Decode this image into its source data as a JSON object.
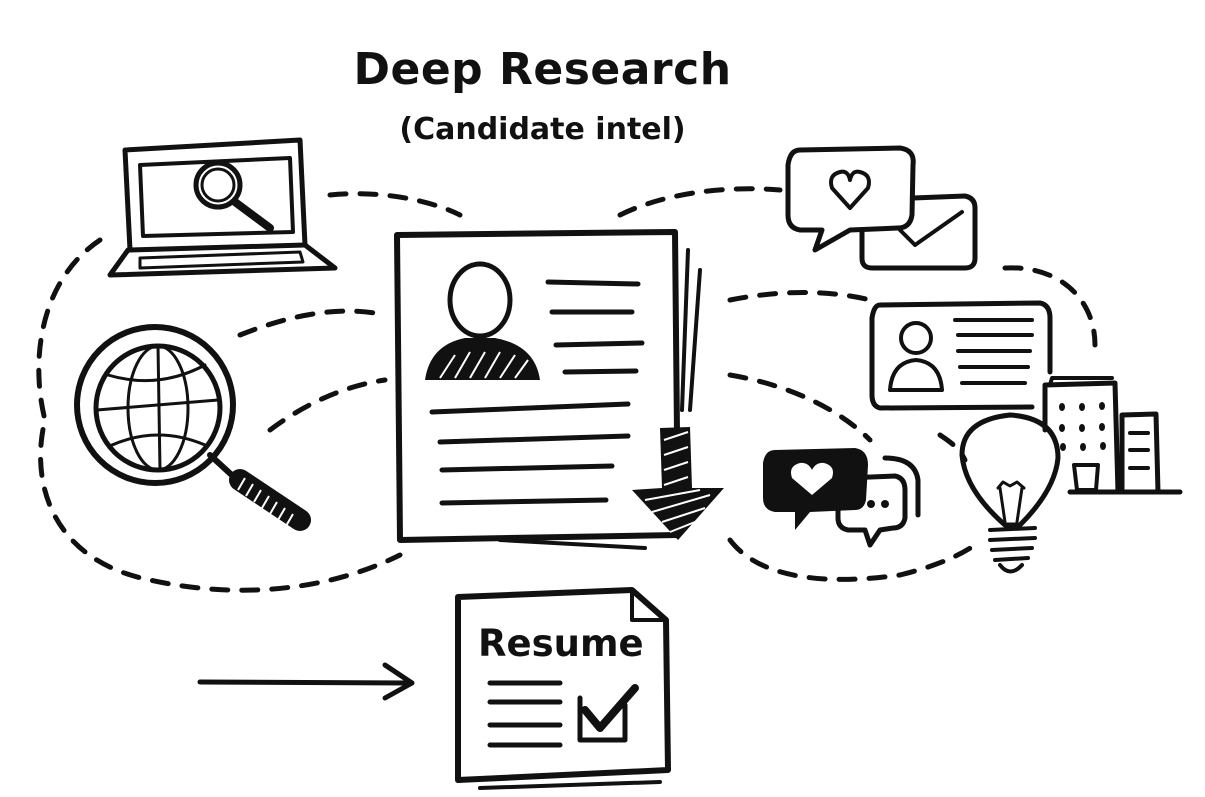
{
  "header": {
    "title": "Deep Research",
    "subtitle": "(Candidate intel)"
  },
  "output": {
    "document_label": "Resume"
  },
  "icons": [
    "laptop-search-icon",
    "globe-magnifier-icon",
    "candidate-profile-document-icon",
    "download-arrow-icon",
    "chat-heart-icon",
    "envelope-icon",
    "profile-card-icon",
    "office-building-icon",
    "lightbulb-icon",
    "social-chat-bubbles-icon",
    "flow-arrow-icon",
    "resume-checkbox-icon"
  ],
  "colors": {
    "ink": "#111111",
    "background": "#ffffff"
  }
}
